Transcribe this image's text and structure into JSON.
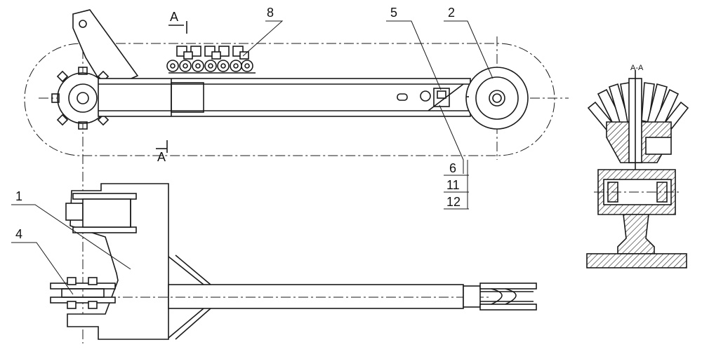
{
  "callouts": {
    "c1": "1",
    "c2": "2",
    "c4": "4",
    "c5": "5",
    "c6": "6",
    "c8": "8",
    "c11": "11",
    "c12": "12"
  },
  "section_marks": {
    "top_mark": "A",
    "bottom_mark": "A",
    "section_title": "A-A"
  }
}
